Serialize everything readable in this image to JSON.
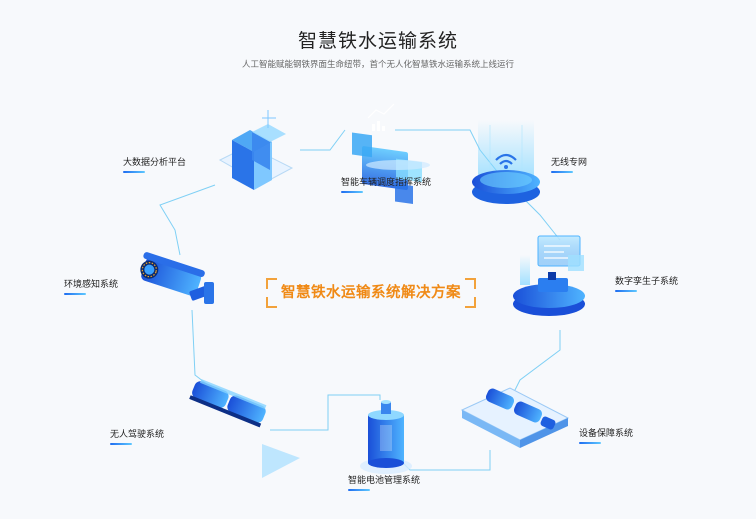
{
  "header": {
    "title": "智慧铁水运输系统",
    "subtitle": "人工智能赋能钢铁界面生命纽带，首个无人化智慧铁水运输系统上线运行"
  },
  "center": {
    "title": "智慧铁水运输系统解决方案"
  },
  "nodes": {
    "dispatch": "智能车辆调度指挥系统",
    "wireless": "无线专网",
    "digital_twin": "数字孪生子系统",
    "equipment": "设备保障系统",
    "battery": "智能电池管理系统",
    "driverless": "无人驾驶系统",
    "environment": "环境感知系统",
    "big_data": "大数据分析平台"
  },
  "colors": {
    "accent_blue": "#1e6cf0",
    "light_blue": "#5ec8ff",
    "line_blue": "#7fd0f5",
    "highlight_orange": "#f08a16"
  }
}
